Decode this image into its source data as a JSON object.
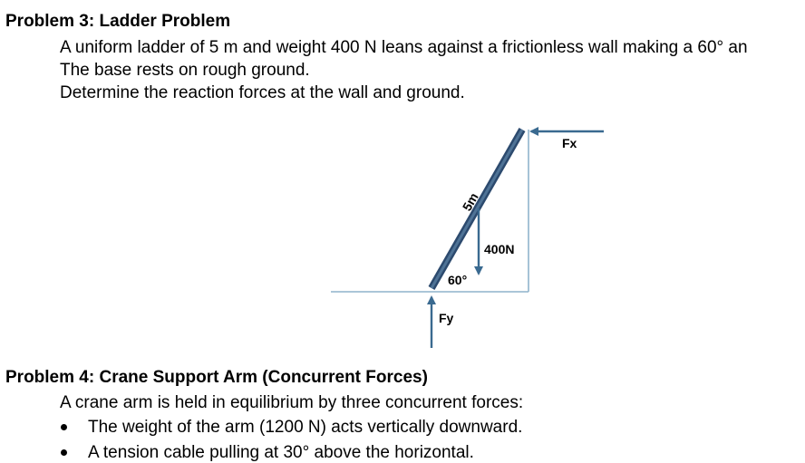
{
  "problem3": {
    "title": "Problem 3: Ladder Problem",
    "line1": "A uniform ladder of 5 m and weight 400 N leans against a frictionless wall making a 60° an",
    "line2": "The base rests on rough ground.",
    "line3": "Determine the reaction forces at the wall and ground."
  },
  "diagram": {
    "labels": {
      "fx": "Fx",
      "fy": "Fy",
      "length": "5m",
      "weight": "400N",
      "angle": "60°"
    },
    "colors": {
      "ladder": "#2c4a6e",
      "arrow": "#3a6a90",
      "line": "#8fb4cc"
    }
  },
  "problem4": {
    "title": "Problem 4: Crane Support Arm (Concurrent Forces)",
    "intro": "A crane arm is held in equilibrium by three concurrent forces:",
    "bullets": [
      "The weight of the arm (1200 N) acts vertically downward.",
      "A tension cable pulling at 30° above the horizontal."
    ]
  }
}
